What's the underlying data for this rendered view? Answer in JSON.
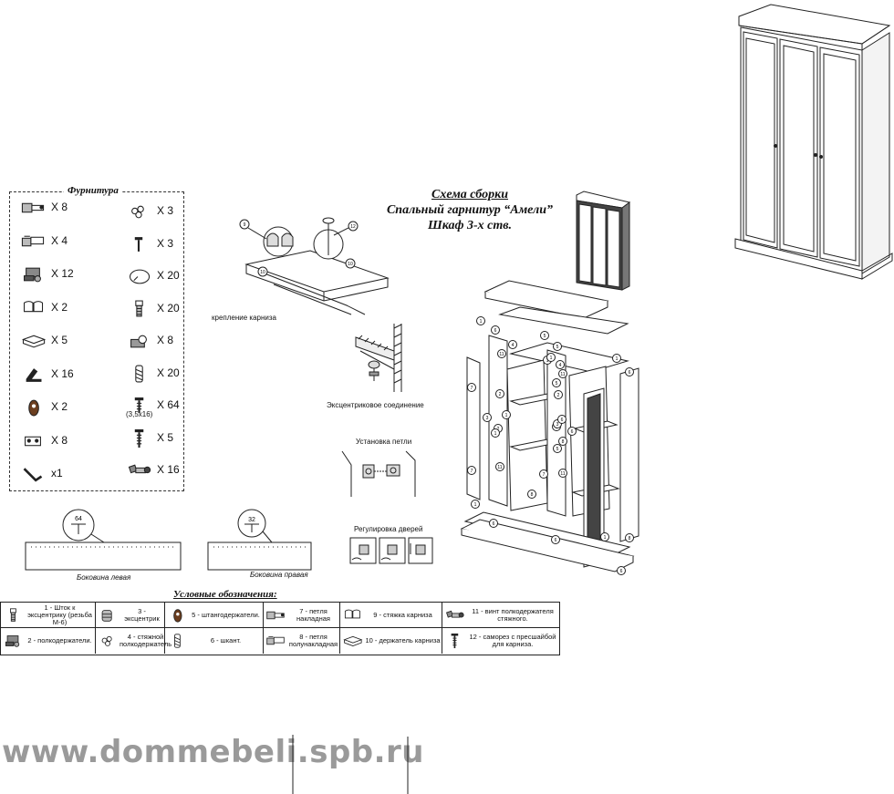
{
  "hardware": {
    "title": "Фурнитура",
    "left": [
      {
        "icon": "hinge-overlay-icon",
        "qty": "X 8"
      },
      {
        "icon": "hinge-half-overlay-icon",
        "qty": "X 4"
      },
      {
        "icon": "shelf-support-icon",
        "qty": "X 12"
      },
      {
        "icon": "cornice-clamp-icon",
        "qty": "X 2"
      },
      {
        "icon": "cornice-holder-icon",
        "qty": "X 5"
      },
      {
        "icon": "angle-bracket-icon",
        "qty": "X 16"
      },
      {
        "icon": "rod-holder-icon",
        "qty": "X 2"
      },
      {
        "icon": "hinge-plate-icon",
        "qty": "X 8"
      },
      {
        "icon": "hex-key-icon",
        "qty": "x1"
      }
    ],
    "right": [
      {
        "icon": "cam-nut-icon",
        "qty": "X 3"
      },
      {
        "icon": "screw-small-icon",
        "qty": "X 3"
      },
      {
        "icon": "cap-icon",
        "qty": "X 20"
      },
      {
        "icon": "eccentric-rod-icon",
        "qty": "X 20"
      },
      {
        "icon": "shelf-holder-icon",
        "qty": "X 8"
      },
      {
        "icon": "dowel-icon",
        "qty": "X 20"
      },
      {
        "icon": "screw-icon",
        "qty": "X 64",
        "sub": "(3,5х16)"
      },
      {
        "icon": "screw-long-icon",
        "qty": "X 5"
      },
      {
        "icon": "connector-bolt-icon",
        "qty": "X 16"
      }
    ]
  },
  "title": {
    "line1": "Схема сборки",
    "line2": "Спальный гарнитур “Амели”",
    "line3": "Шкаф 3-х ств."
  },
  "captions": {
    "cornice": "крепление карниза",
    "eccentric": "Эксцентриковое соединение",
    "hinge": "Установка петли",
    "doors": "Регулировка дверей",
    "side_left": "Боковина левая",
    "side_right": "Боковина правая",
    "dim_left": "64",
    "dim_right": "32"
  },
  "callouts": {
    "cornice": [
      "9",
      "12",
      "10",
      "10"
    ]
  },
  "assembly_callouts": [
    "1",
    "6",
    "4",
    "11",
    "2",
    "3",
    "2",
    "5",
    "7",
    "3",
    "11",
    "1",
    "7",
    "1",
    "6",
    "1",
    "5",
    "6",
    "4",
    "1",
    "8",
    "5",
    "2",
    "11",
    "3",
    "11",
    "7",
    "6",
    "1",
    "1",
    "6",
    "8",
    "5",
    "1",
    "6",
    "8",
    "6"
  ],
  "legend": {
    "title": "Условные обозначения:",
    "items": [
      {
        "icon": "eccentric-rod-icon",
        "text": "1 - Шток к эксцентрику (резьба М-6)"
      },
      {
        "icon": "cam-icon",
        "text": "3 - эксцентрик"
      },
      {
        "icon": "rod-holder-icon",
        "text": "5 - штангодержатели."
      },
      {
        "icon": "hinge-overlay-icon",
        "text": "7 - петля накладная"
      },
      {
        "icon": "cornice-clamp-icon",
        "text": "9 - стяжка карниза"
      },
      {
        "icon": "connector-bolt-icon",
        "text": "11 - винт полкодержателя стяжного."
      },
      {
        "icon": "shelf-support-icon",
        "text": "2 - полкодержатели."
      },
      {
        "icon": "cam-nut-icon",
        "text": "4 - стяжной полкодержатель"
      },
      {
        "icon": "dowel-icon",
        "text": "6 - шкант."
      },
      {
        "icon": "hinge-half-overlay-icon",
        "text": "8 - петля полунакладная"
      },
      {
        "icon": "cornice-holder-icon",
        "text": "10 - держатель карниза"
      },
      {
        "icon": "screw-long-icon",
        "text": "12 - саморез с пресшайбой для карниза."
      }
    ]
  },
  "watermark": "www.dommebeli.spb.ru",
  "colors": {
    "ink": "#111111",
    "watermark": "#9a9a9a",
    "background": "#ffffff"
  }
}
